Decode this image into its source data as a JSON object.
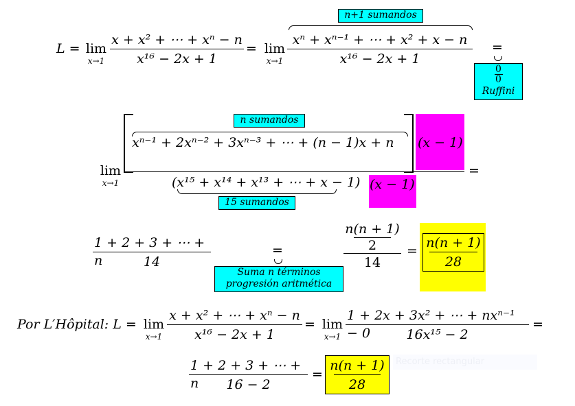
{
  "row1": {
    "L_eq": "L =",
    "lim": "lim",
    "lim_sub": "x→1",
    "num1": "x + x² + ⋯ + xⁿ − n",
    "den1": "x¹⁶ − 2x + 1",
    "eq": "=",
    "num2": "xⁿ + xⁿ⁻¹ + ⋯ + x² + x − n",
    "den2": "x¹⁶ − 2x + 1",
    "brace_label": "n+1 sumandos",
    "ruffini_num": "0",
    "ruffini_den": "0",
    "ruffini_label": "Ruffini"
  },
  "row2": {
    "lim": "lim",
    "lim_sub": "x→1",
    "num": "xⁿ⁻¹ + 2xⁿ⁻² + 3xⁿ⁻³ + ⋯ + (n − 1)x + n",
    "num_label": "n sumandos",
    "factor": "(x − 1)",
    "den": "(x¹⁵ + x¹⁴ + x¹³ + ⋯ + x − 1)",
    "den_label": "15 sumandos",
    "eq": "="
  },
  "row3": {
    "num": "1 + 2 + 3 + ⋯ + n",
    "den": "14",
    "eq": "=",
    "note_line1": "Suma n términos",
    "note_line2": "progresión aritmética",
    "inner_num": "n(n + 1)",
    "inner_den": "2",
    "den2": "14",
    "result_num": "n(n + 1)",
    "result_den": "28"
  },
  "row4": {
    "prefix": "Por L′Hôpital: L =",
    "lim": "lim",
    "lim_sub": "x→1",
    "num1": "x + x² + ⋯ + xⁿ − n",
    "den1": "x¹⁶ − 2x + 1",
    "eq": "=",
    "num2": "1 + 2x + 3x² + ⋯ + nxⁿ⁻¹ − 0",
    "den2": "16x¹⁵ − 2"
  },
  "row5": {
    "num": "1 + 2 + 3 + ⋯ + n",
    "den": "16 − 2",
    "eq": "=",
    "result_num": "n(n + 1)",
    "result_den": "28"
  },
  "overlay": {
    "label": "Recorte rectangular"
  }
}
